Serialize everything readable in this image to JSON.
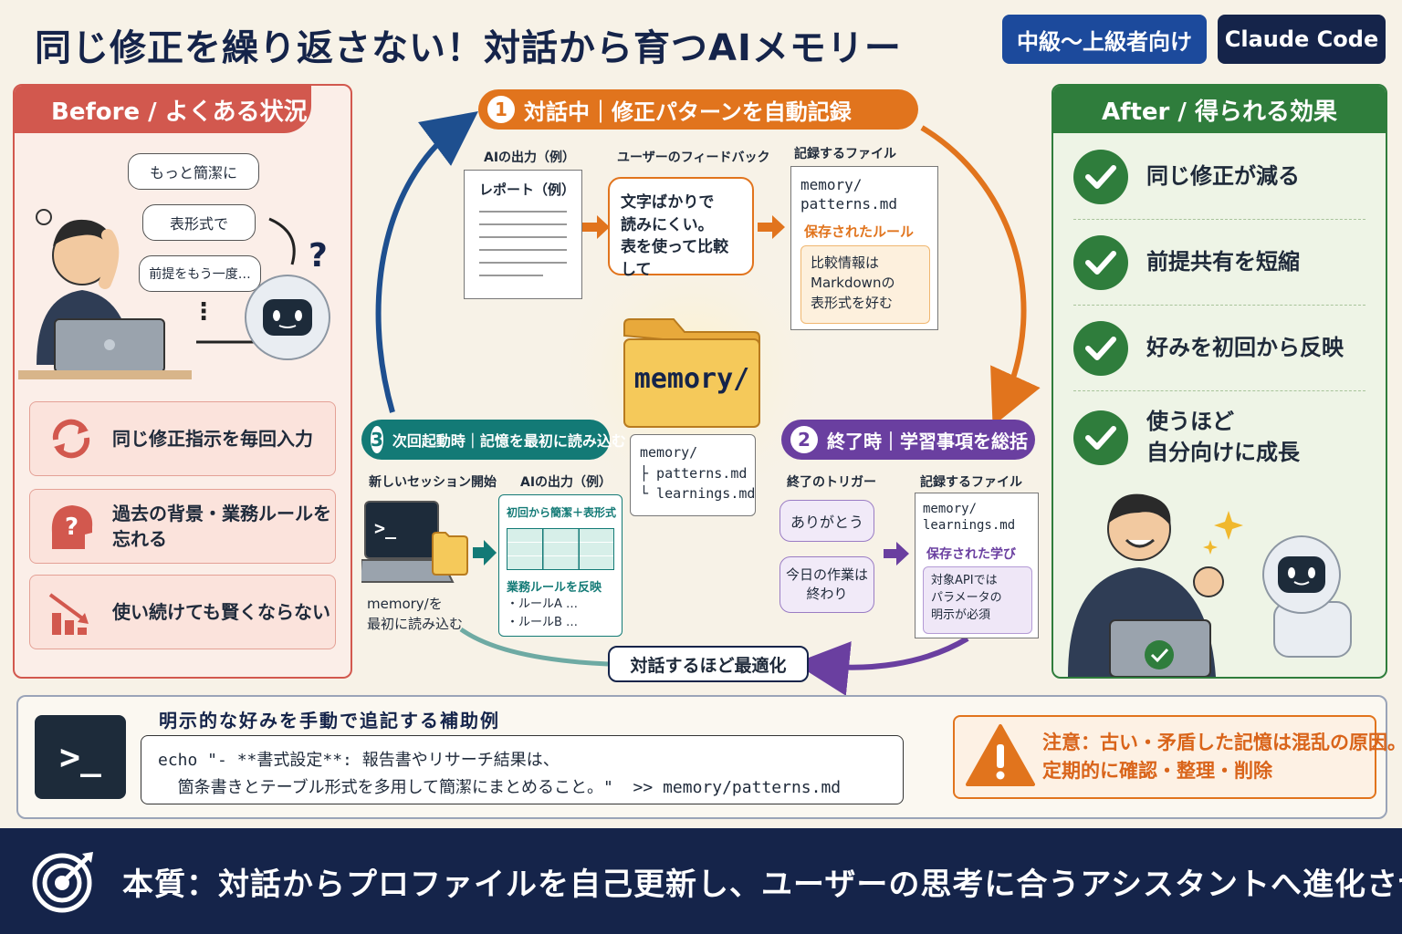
{
  "header": {
    "title": "同じ修正を繰り返さない！対話から育つAIメモリー",
    "level_tag": "中級〜上級者向け",
    "tool_tag": "Claude Code"
  },
  "before": {
    "heading": "Before / よくある状況",
    "bubbles": [
      "もっと簡潔に",
      "表形式で",
      "前提をもう一度…"
    ],
    "problems": [
      "同じ修正指示を毎回入力",
      "過去の背景・業務ルールを\n忘れる",
      "使い続けても賢くならない"
    ]
  },
  "step1": {
    "number": "1",
    "title": "対話中｜修正パターンを自動記録",
    "ai_output_label": "AIの出力（例）",
    "report_label": "レポート（例）",
    "feedback_label": "ユーザーのフィードバック",
    "feedback_text": "文字ばかりで\n読みにくい。\n表を使って比較して",
    "file_label": "記録するファイル",
    "file_name": "memory/\npatterns.md",
    "saved_label": "保存されたルール",
    "saved_rule": "比較情報は\nMarkdownの\n表形式を好む"
  },
  "center": {
    "folder_label": "memory/",
    "tree": "memory/\n├ patterns.md\n└ learnings.md"
  },
  "step2": {
    "number": "2",
    "title": "終了時｜学習事項を総括",
    "trigger_label": "終了のトリガー",
    "triggers": [
      "ありがとう",
      "今日の作業は\n終わり"
    ],
    "file_label": "記録するファイル",
    "file_name": "memory/\nlearnings.md",
    "saved_label": "保存された学び",
    "saved_text": "対象APIでは\nパラメータの\n明示が必須"
  },
  "step3": {
    "number": "3",
    "title": "次回起動時｜記憶を最初に読み込む",
    "session_label": "新しいセッション開始",
    "load_text": "memory/を\n最初に読み込む",
    "ai_output_label": "AIの出力（例）",
    "card_title": "初回から簡潔＋表形式",
    "rule_title": "業務ルールを反映",
    "rules": "・ルールA …\n・ルールB …"
  },
  "loop_label": "対話するほど最適化",
  "after": {
    "heading": "After / 得られる効果",
    "benefits": [
      "同じ修正が減る",
      "前提共有を短縮",
      "好みを初回から反映",
      "使うほど\n自分向けに成長"
    ]
  },
  "tip": {
    "title": "明示的な好みを手動で追記する補助例",
    "code": "echo \"- **書式設定**: 報告書やリサーチ結果は、\n  箇条書きとテーブル形式を多用して簡潔にまとめること。\"  >> memory/patterns.md",
    "warning": "注意：古い・矛盾した記憶は混乱の原因。\n定期的に確認・整理・削除"
  },
  "footer": {
    "text": "本質：対話からプロファイルを自己更新し、ユーザーの思考に合うアシスタントへ進化させる"
  },
  "colors": {
    "navy": "#15244a",
    "before_red": "#d2584e",
    "after_green": "#2f7d3c",
    "step1_orange": "#e1741d",
    "step2_purple": "#6a3fa0",
    "step3_teal": "#137a76"
  }
}
